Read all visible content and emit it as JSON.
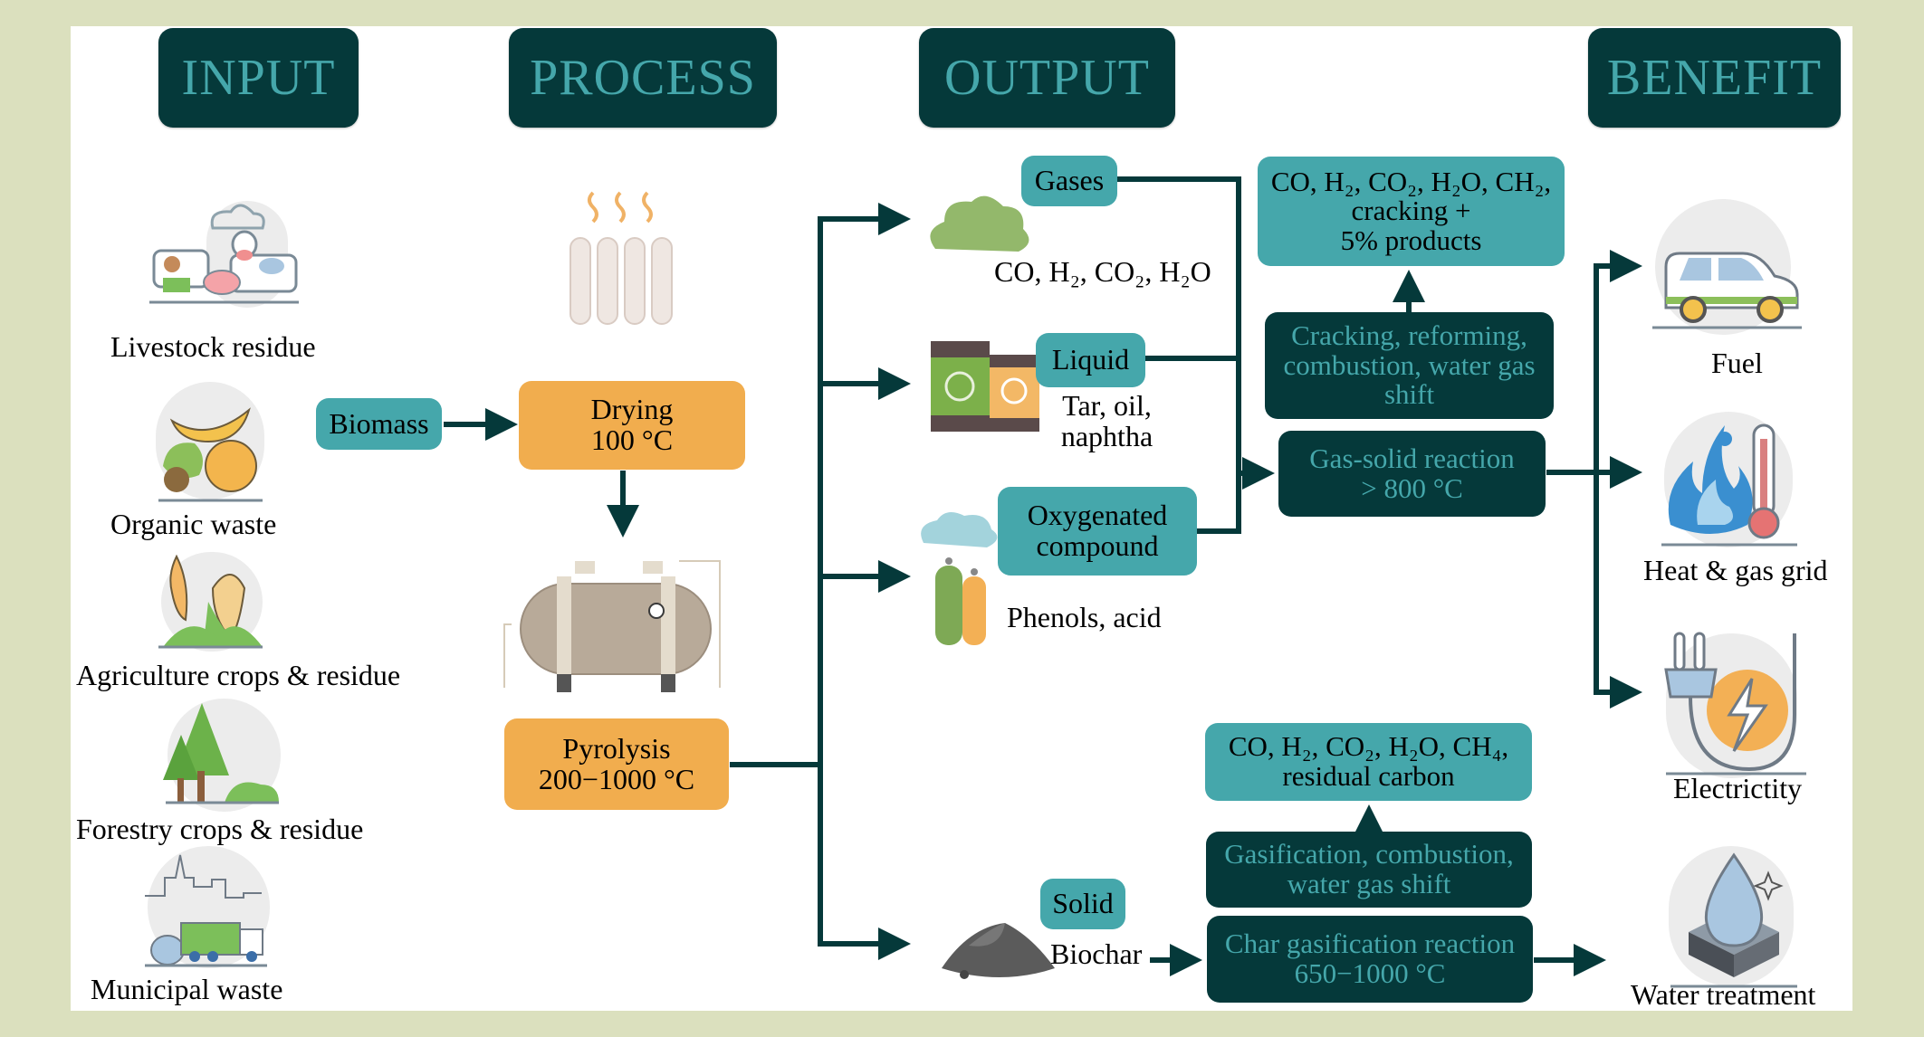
{
  "headers": {
    "input": "INPUT",
    "process": "PROCESS",
    "output": "OUTPUT",
    "benefit": "BENEFIT"
  },
  "inputs": [
    {
      "label": "Livestock residue",
      "icon": "livestock-icon"
    },
    {
      "label": "Organic waste",
      "icon": "organic-waste-icon"
    },
    {
      "label": "Agriculture crops & residue",
      "icon": "agriculture-crops-icon"
    },
    {
      "label": "Forestry crops & residue",
      "icon": "forestry-icon"
    },
    {
      "label": "Municipal waste",
      "icon": "municipal-waste-icon"
    }
  ],
  "process": {
    "biomass": "Biomass",
    "drying_title": "Drying",
    "drying_temp": "100 °C",
    "pyrolysis_title": "Pyrolysis",
    "pyrolysis_temp": "200−1000 °C"
  },
  "outputs": {
    "gases_label": "Gases",
    "gases_products": "CO, H₂, CO₂, H₂O",
    "liquid_label": "Liquid",
    "liquid_products_line1": "Tar, oil,",
    "liquid_products_line2": "naphtha",
    "oxygenated_line1": "Oxygenated",
    "oxygenated_line2": "compound",
    "oxygenated_products": "Phenols, acid",
    "solid_label": "Solid",
    "solid_products": "Biochar"
  },
  "reactions": {
    "upper_result_line1": "CO, H₂, CO₂, H₂O, CH₂,",
    "upper_result_line2": "cracking +",
    "upper_result_line3": "5% products",
    "cracking_line1": "Cracking, reforming,",
    "cracking_line2": "combustion, water gas",
    "cracking_line3": "shift",
    "gas_solid_line1": "Gas-solid reaction",
    "gas_solid_line2": "> 800 °C",
    "lower_result_line1": "CO, H₂, CO₂, H₂O, CH₄,",
    "lower_result_line2": "residual carbon",
    "gasification_line1": "Gasification, combustion,",
    "gasification_line2": "water gas shift",
    "char_line1": "Char gasification reaction",
    "char_line2": "650−1000 °C"
  },
  "benefits": [
    {
      "label": "Fuel",
      "icon": "car-icon"
    },
    {
      "label": "Heat & gas grid",
      "icon": "flame-thermometer-icon"
    },
    {
      "label": "Electrictity",
      "icon": "plug-icon"
    },
    {
      "label": "Water treatment",
      "icon": "water-drop-filter-icon"
    }
  ],
  "colors": {
    "background": "#dbe0be",
    "header_fill": "#05393a",
    "header_text": "#45a7ab",
    "teal_box": "#45a7ab",
    "orange_box": "#f1ad4e",
    "dark_box": "#05393a",
    "arrow": "#05393a"
  }
}
